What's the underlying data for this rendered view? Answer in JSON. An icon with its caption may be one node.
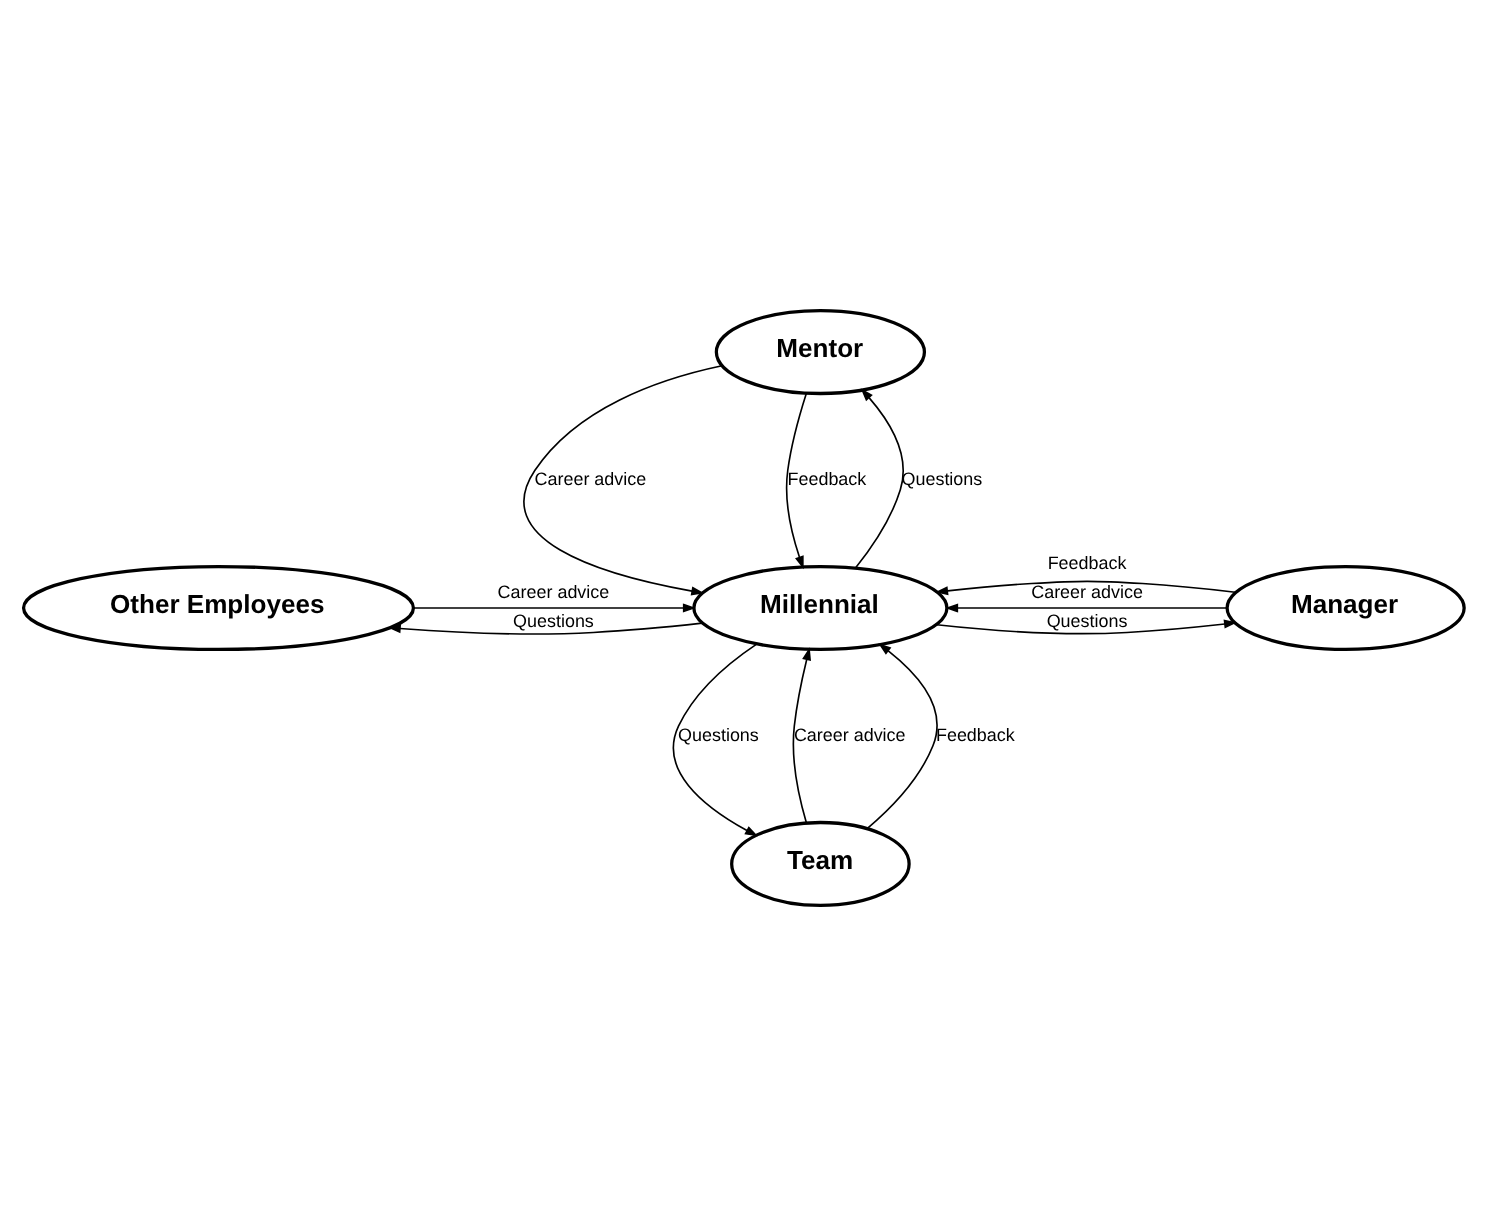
{
  "diagram": {
    "nodes": [
      {
        "text": [
          "Mentor"
        ]
      },
      {
        "text": [
          "Other Employees"
        ]
      },
      {
        "text": [
          "Millennial"
        ]
      },
      {
        "text": [
          "Manager"
        ]
      },
      {
        "text": [
          "Team"
        ]
      }
    ],
    "edges": [
      {
        "from": 2,
        "to": 0,
        "arrow": "to",
        "label": "Questions"
      },
      {
        "from": 0,
        "to": 2,
        "arrow": "to",
        "label": "Career advice"
      },
      {
        "from": 0,
        "to": 2,
        "arrow": "to",
        "label": "Feedback"
      },
      {
        "from": 2,
        "to": 1,
        "arrow": "to",
        "label": "Questions"
      },
      {
        "from": 1,
        "to": 2,
        "arrow": "to",
        "label": "Career advice"
      },
      {
        "from": 3,
        "to": 2,
        "arrow": "to",
        "label": "Feedback"
      },
      {
        "from": 2,
        "to": 3,
        "arrow": "to",
        "label": "Questions"
      },
      {
        "from": 3,
        "to": 2,
        "arrow": "to",
        "label": "Career advice"
      },
      {
        "from": 4,
        "to": 2,
        "arrow": "to",
        "label": "Career advice"
      },
      {
        "from": 2,
        "to": 4,
        "arrow": "to",
        "label": "Questions"
      },
      {
        "from": 4,
        "to": 2,
        "arrow": "to",
        "label": "Feedback"
      }
    ]
  }
}
